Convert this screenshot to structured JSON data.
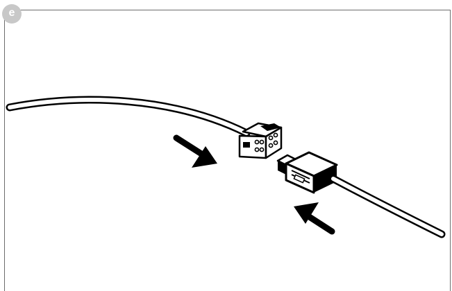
{
  "step": {
    "label": "e"
  },
  "colors": {
    "frame_border": "#6b6b6b",
    "badge_background": "#c8c8c8",
    "badge_text": "#ffffff",
    "ink": "#000000",
    "paper": "#ffffff"
  },
  "illustration": {
    "icons": [
      "cable-left",
      "connector-jack",
      "connector-plug",
      "cable-right",
      "arrow-down-right",
      "arrow-up-left"
    ]
  }
}
